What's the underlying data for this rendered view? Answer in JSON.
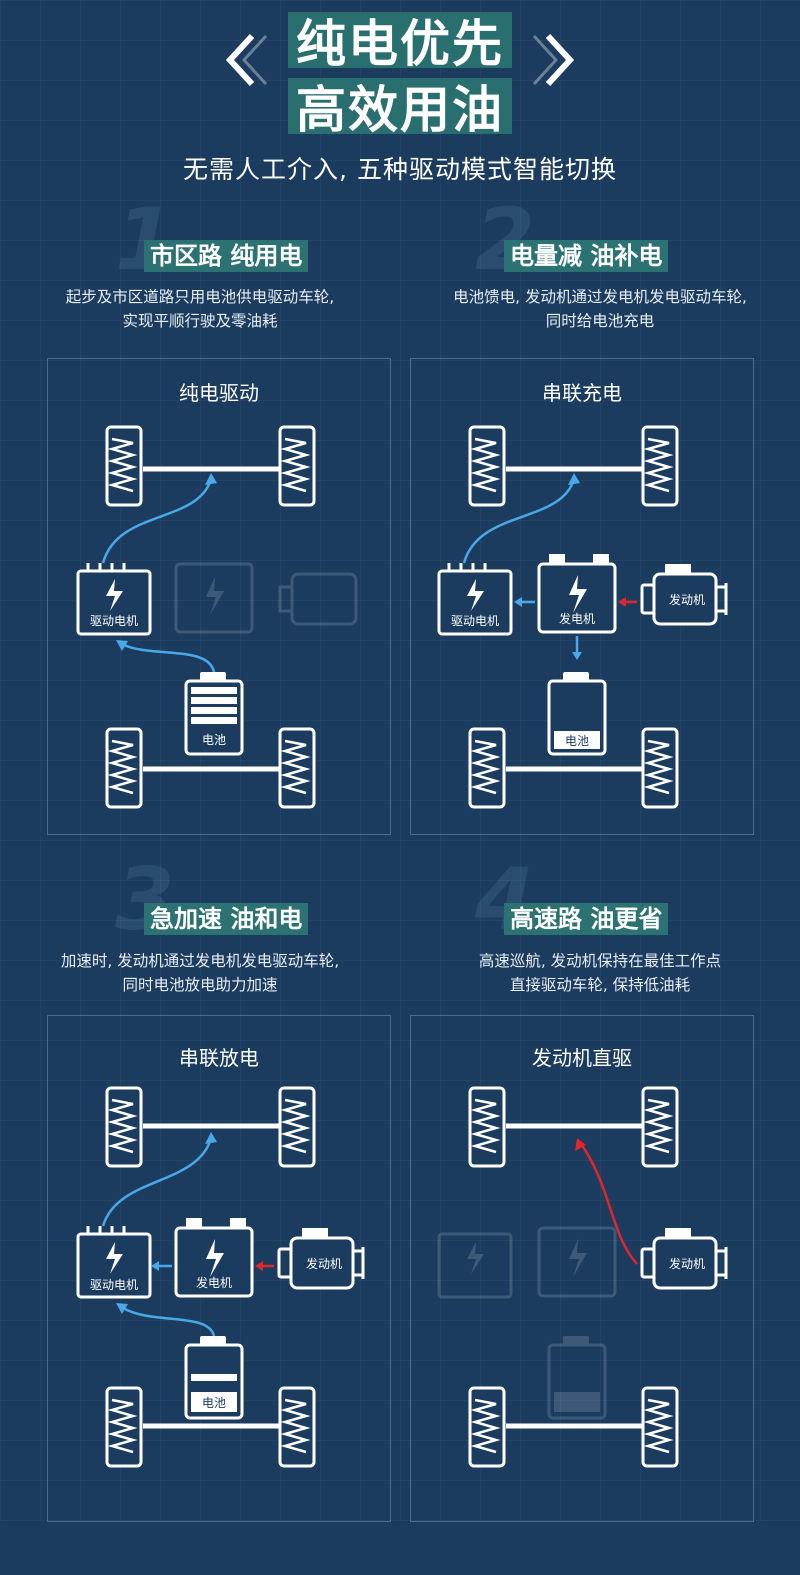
{
  "header": {
    "title_line1": "纯电优先",
    "title_line2": "高效用油",
    "subtitle": "无需人工介入, 五种驱动模式智能切换"
  },
  "labels": {
    "drive_motor": "驱动电机",
    "generator": "发电机",
    "engine": "发动机",
    "battery": "电池"
  },
  "sections": [
    {
      "num": "1",
      "heading": "市区路 纯用电",
      "desc1": "起步及市区道路只用电池供电驱动车轮,",
      "desc2": "实现平顺行驶及零油耗",
      "panel_title": "纯电驱动"
    },
    {
      "num": "2",
      "heading": "电量减 油补电",
      "desc1": "电池馈电, 发动机通过发电机发电驱动车轮,",
      "desc2": "同时给电池充电",
      "panel_title": "串联充电"
    },
    {
      "num": "3",
      "heading": "急加速 油和电",
      "desc1": "加速时, 发动机通过发电机发电驱动车轮,",
      "desc2": "同时电池放电助力加速",
      "panel_title": "串联放电"
    },
    {
      "num": "4",
      "heading": "高速路 油更省",
      "desc1": "高速巡航, 发动机保持在最佳工作点",
      "desc2": "直接驱动车轮, 保持低油耗",
      "panel_title": "发动机直驱"
    }
  ],
  "colors": {
    "background": "#1b3c5f",
    "heading_bg": "#2c7273",
    "electric_flow": "#4aa8e8",
    "engine_flow": "#e0262b"
  }
}
